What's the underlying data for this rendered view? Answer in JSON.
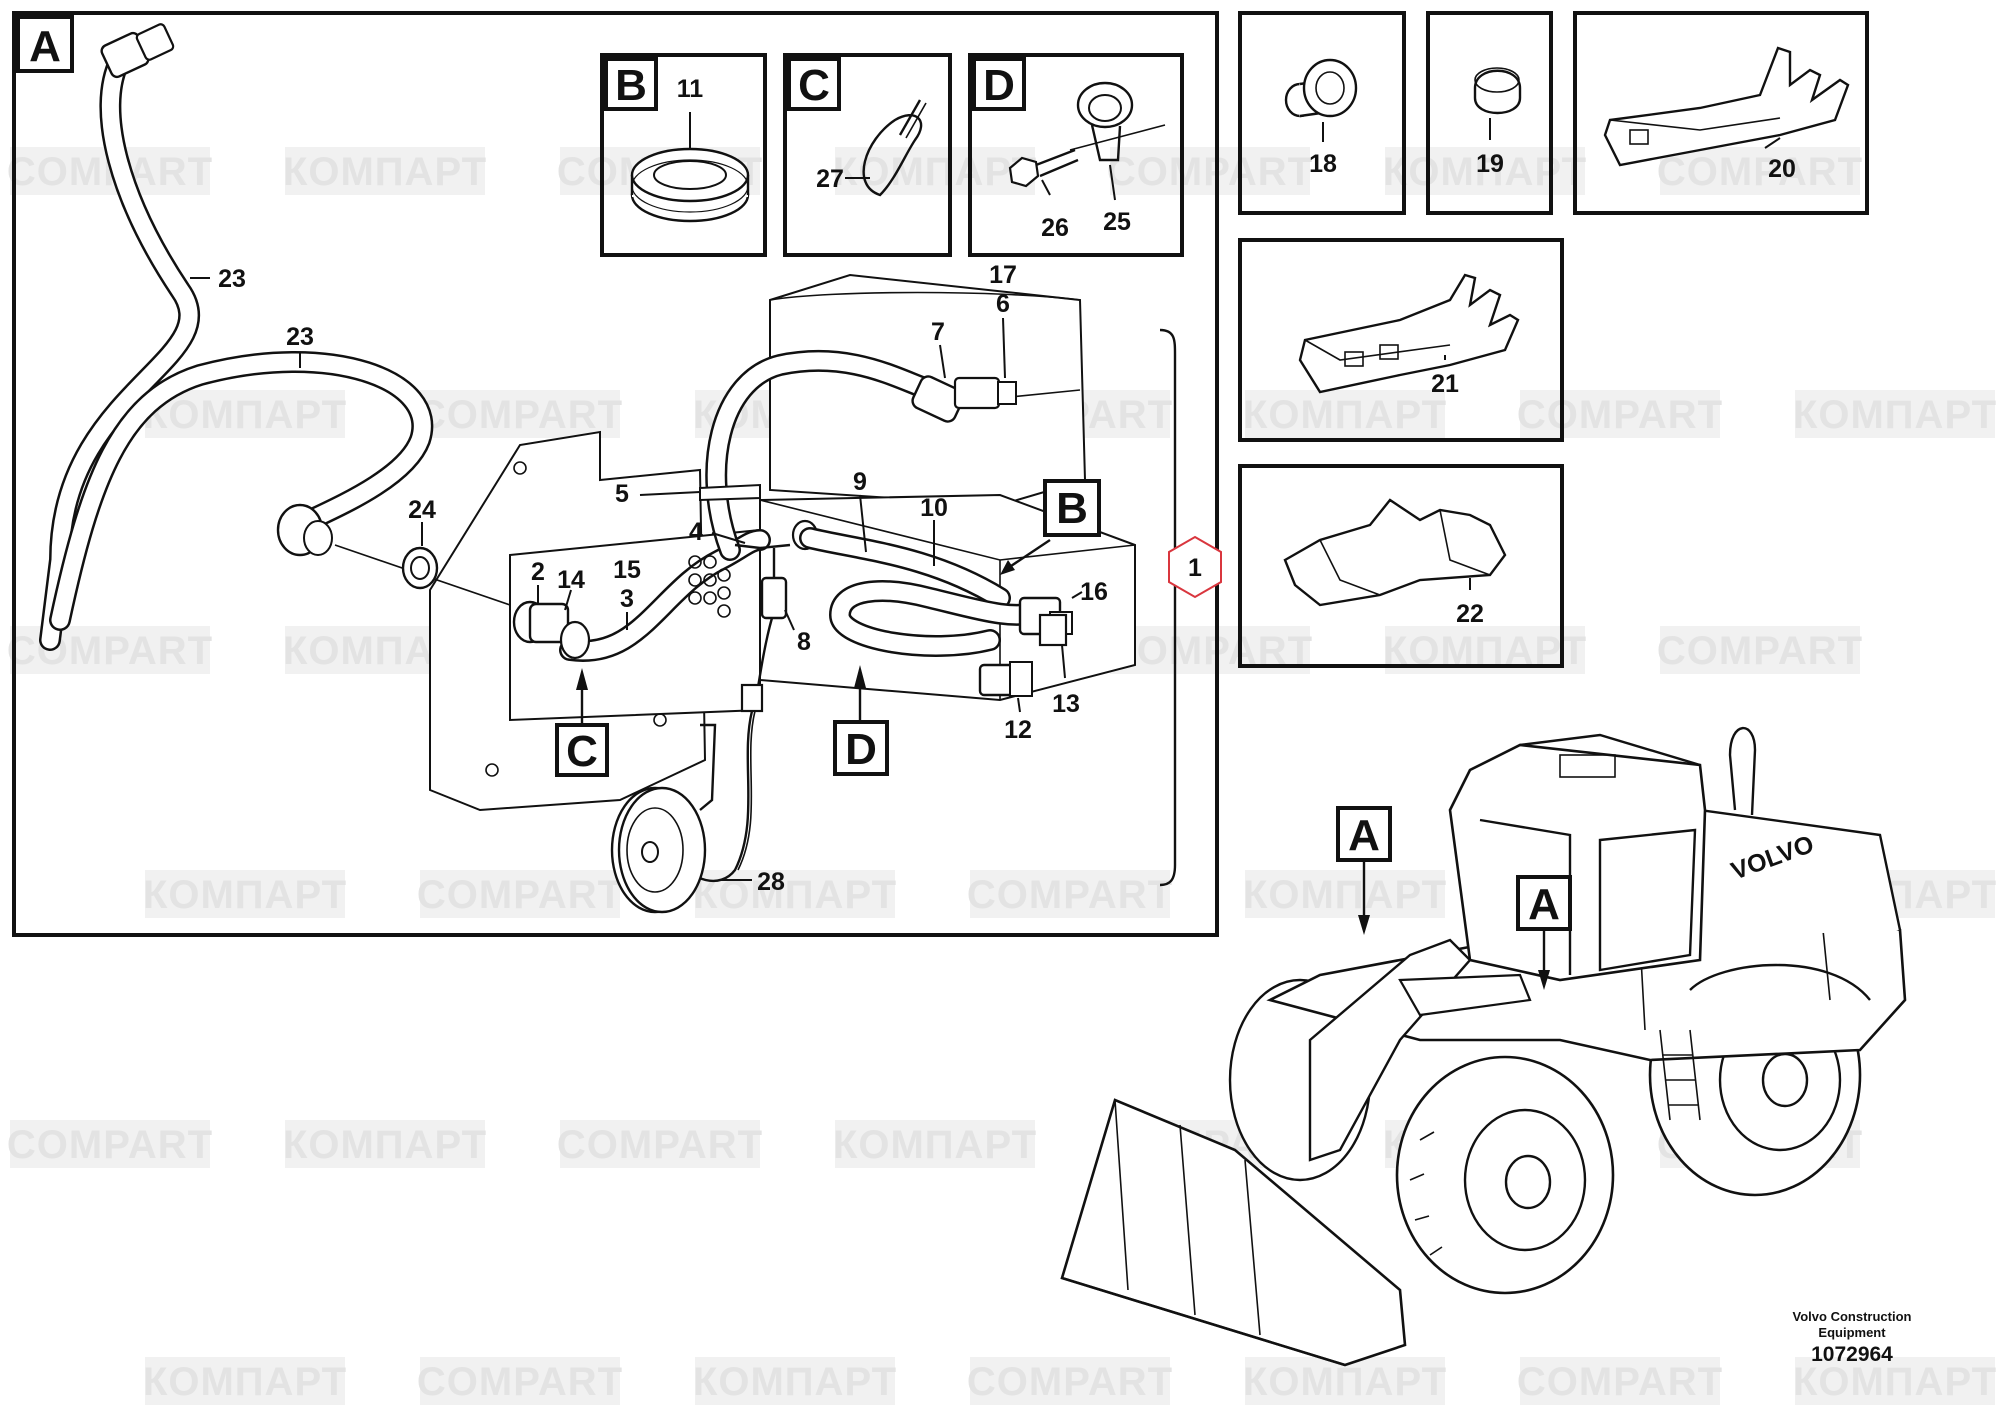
{
  "figure": {
    "section_labels": {
      "A": "A",
      "B": "B",
      "C": "C",
      "D": "D"
    },
    "main_callouts": {
      "c23a": "23",
      "c23b": "23",
      "c24": "24",
      "c2": "2",
      "c14": "14",
      "c15": "15",
      "c3": "3",
      "c5": "5",
      "c4": "4",
      "c8": "8",
      "c9": "9",
      "c10": "10",
      "c7": "7",
      "c17": "17",
      "c6": "6",
      "c16": "16",
      "c13": "13",
      "c12": "12",
      "c28": "28",
      "c1": "1"
    },
    "detail_callouts": {
      "c11": "11",
      "c27": "27",
      "c26": "26",
      "c25": "25",
      "c18": "18",
      "c19": "19",
      "c20": "20",
      "c21": "21",
      "c22": "22"
    },
    "watermark_text": {
      "latin": "COMPART",
      "cyrillic": "КОМПАРТ"
    },
    "machine_brand": "VOLVO",
    "footer": {
      "maker_line1": "Volvo Construction",
      "maker_line2": "Equipment",
      "drawing_number": "1072964"
    }
  },
  "colors": {
    "ink": "#111111",
    "watermark": "#e3e3e3",
    "highlight": "#d9363e",
    "background": "#ffffff"
  }
}
